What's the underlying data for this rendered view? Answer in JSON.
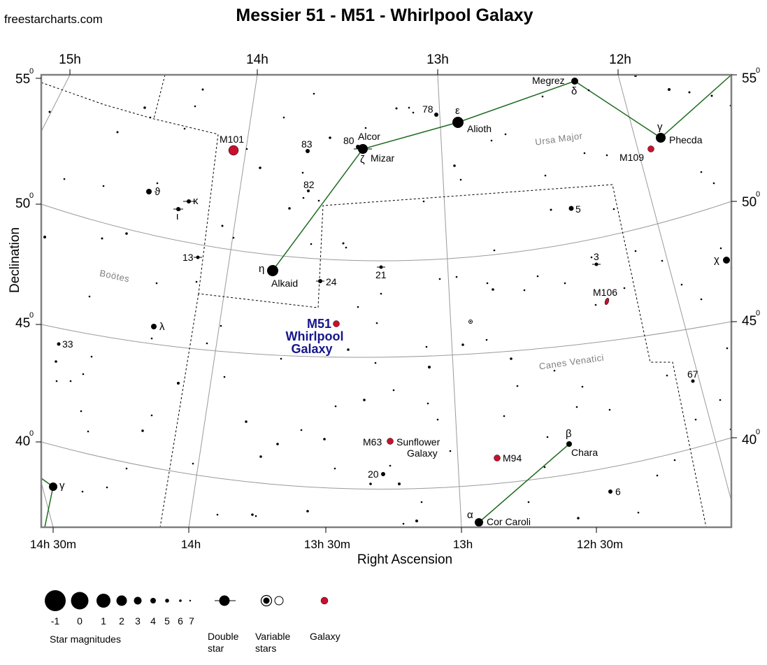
{
  "site": "freestarcharts.com",
  "title": "Messier 51 - M51 - Whirlpool Galaxy",
  "axes": {
    "x_title": "Right Ascension",
    "y_title": "Declination",
    "ra_top": [
      "15h",
      "14h",
      "13h",
      "12h"
    ],
    "ra_bottom": [
      "14h 30m",
      "14h",
      "13h 30m",
      "13h",
      "12h 30m"
    ],
    "dec_left": [
      "55",
      "50",
      "45",
      "40"
    ],
    "dec_right": [
      "55",
      "50",
      "45",
      "40"
    ],
    "degree_mark": "0"
  },
  "constellations": [
    "Ursa Major",
    "Boötes",
    "Canes Venatici"
  ],
  "target": {
    "line1": "M51",
    "line2": "Whirlpool",
    "line3": "Galaxy",
    "color": "#c8102e",
    "label_color": "#16168c"
  },
  "star_labels": {
    "megrez": "Megrez",
    "delta": "δ",
    "alioth": "Alioth",
    "epsilon": "ε",
    "n78": "78",
    "alcor": "Alcor",
    "n80": "80",
    "mizar": "Mizar",
    "zeta": "ζ",
    "n83": "83",
    "n82": "82",
    "gamma_uma": "γ",
    "phecda": "Phecda",
    "theta": "ϑ",
    "kappa": "κ",
    "iota": "ι",
    "n5": "5",
    "n13": "13",
    "eta": "η",
    "alkaid": "Alkaid",
    "n24": "24",
    "n21": "21",
    "n3": "3",
    "chi": "χ",
    "lambda": "λ",
    "n33": "33",
    "n67": "67",
    "beta": "β",
    "chara": "Chara",
    "n20": "20",
    "gamma_boo": "γ",
    "alpha": "α",
    "cor_caroli": "Cor Caroli",
    "n6": "6"
  },
  "galaxies": {
    "m101": "M101",
    "m109": "M109",
    "m106": "M106",
    "m63": "M63",
    "m63_name1": "Sunflower",
    "m63_name2": "Galaxy",
    "m94": "M94"
  },
  "legend": {
    "magnitudes": [
      "-1",
      "0",
      "1",
      "2",
      "3",
      "4",
      "5",
      "6",
      "7"
    ],
    "magnitudes_title": "Star magnitudes",
    "double_star_1": "Double",
    "double_star_2": "star",
    "variable_1": "Variable",
    "variable_2": "stars",
    "galaxy": "Galaxy"
  },
  "colors": {
    "asterism": "#1f6b1f",
    "galaxy": "#c8102e",
    "frame": "#7f7f7f",
    "grid": "#9a9a9a",
    "constellation_name": "#7f7f7f"
  }
}
